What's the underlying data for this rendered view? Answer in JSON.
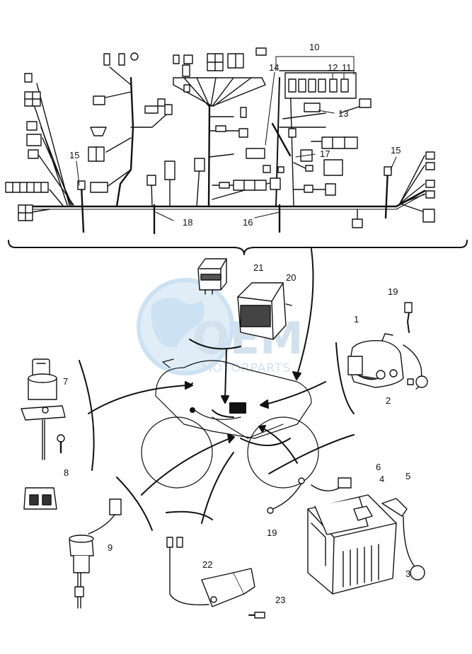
{
  "diagram": {
    "callouts": {
      "c1": "1",
      "c2": "2",
      "c3": "3",
      "c4": "4",
      "c5": "5",
      "c6": "6",
      "c7": "7",
      "c8": "8",
      "c9": "9",
      "c10": "10",
      "c11": "11",
      "c12": "12",
      "c13": "13",
      "c14": "14",
      "c15a": "15",
      "c15b": "15",
      "c16": "16",
      "c17": "17",
      "c18": "18",
      "c19a": "19",
      "c19b": "19",
      "c20": "20",
      "c21": "21",
      "c22": "22",
      "c23": "23"
    }
  },
  "watermark": {
    "logo_text": "OEM",
    "sub_text": "MOTORPARTS",
    "colors": {
      "globe": "#bcd9ef",
      "text": "#c9dcea"
    }
  },
  "colors": {
    "line": "#111111",
    "background": "#ffffff"
  }
}
